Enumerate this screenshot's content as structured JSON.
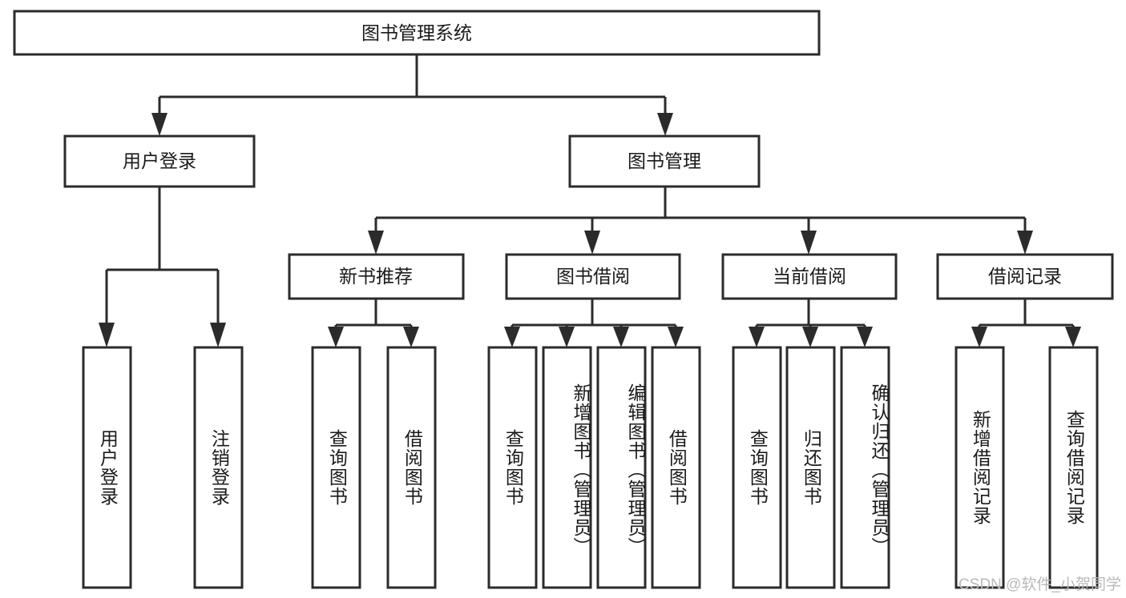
{
  "diagram": {
    "title_node": {
      "label": "图书管理系统"
    },
    "level2": [
      {
        "id": "user-login",
        "label": "用户登录"
      },
      {
        "id": "book-management",
        "label": "图书管理"
      }
    ],
    "level3": [
      {
        "id": "new-book-recommend",
        "label": "新书推荐"
      },
      {
        "id": "book-borrow",
        "label": "图书借阅"
      },
      {
        "id": "current-borrow",
        "label": "当前借阅"
      },
      {
        "id": "borrow-record",
        "label": "借阅记录"
      }
    ],
    "leaves": {
      "user_login": [
        {
          "id": "leaf-user-login",
          "label": "用户登录"
        },
        {
          "id": "leaf-logout-login",
          "label": "注销登录"
        }
      ],
      "new_book_recommend": [
        {
          "id": "leaf-query-book-1",
          "label": "查询图书"
        },
        {
          "id": "leaf-borrow-book-1",
          "label": "借阅图书"
        }
      ],
      "book_borrow": [
        {
          "id": "leaf-query-book-2",
          "label": "查询图书"
        },
        {
          "id": "leaf-add-book",
          "label": "新增图书（管理员）"
        },
        {
          "id": "leaf-edit-book",
          "label": "编辑图书（管理员）"
        },
        {
          "id": "leaf-borrow-book-2",
          "label": "借阅图书"
        }
      ],
      "current_borrow": [
        {
          "id": "leaf-query-book-3",
          "label": "查询图书"
        },
        {
          "id": "leaf-return-book",
          "label": "归还图书"
        },
        {
          "id": "leaf-confirm-return",
          "label": "确认归还（管理员）"
        }
      ],
      "borrow_record": [
        {
          "id": "leaf-add-record",
          "label": "新增借阅记录"
        },
        {
          "id": "leaf-query-record",
          "label": "查询借阅记录"
        }
      ]
    },
    "watermark": "CSDN @软件_小贺同学",
    "colors": {
      "stroke": "#2b2b2b",
      "fill": "#ffffff",
      "text": "#1a1a1a",
      "watermark": "#b9b9b9",
      "background": "#ffffff"
    }
  }
}
